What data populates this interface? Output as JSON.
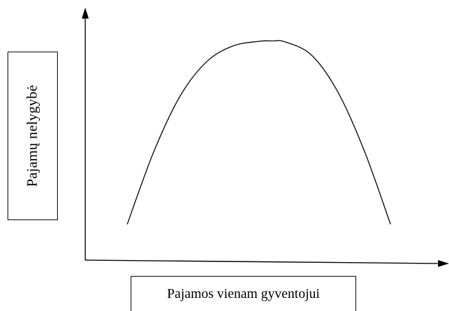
{
  "chart_data": {
    "type": "line",
    "title": "",
    "xlabel": "Pajamos vienam gyventojui",
    "ylabel": "Pajamų nelygybė",
    "xlim": [
      0,
      100
    ],
    "ylim": [
      0,
      100
    ],
    "grid": false,
    "series": [
      {
        "x": [
          0,
          10,
          20,
          30,
          40,
          50,
          55,
          60,
          70,
          80,
          90,
          100
        ],
        "y": [
          0,
          39.2,
          69.6,
          88.3,
          97.0,
          99.6,
          99.8,
          99.3,
          92.1,
          72.0,
          40.1,
          0
        ],
        "color": "#000000"
      }
    ]
  }
}
